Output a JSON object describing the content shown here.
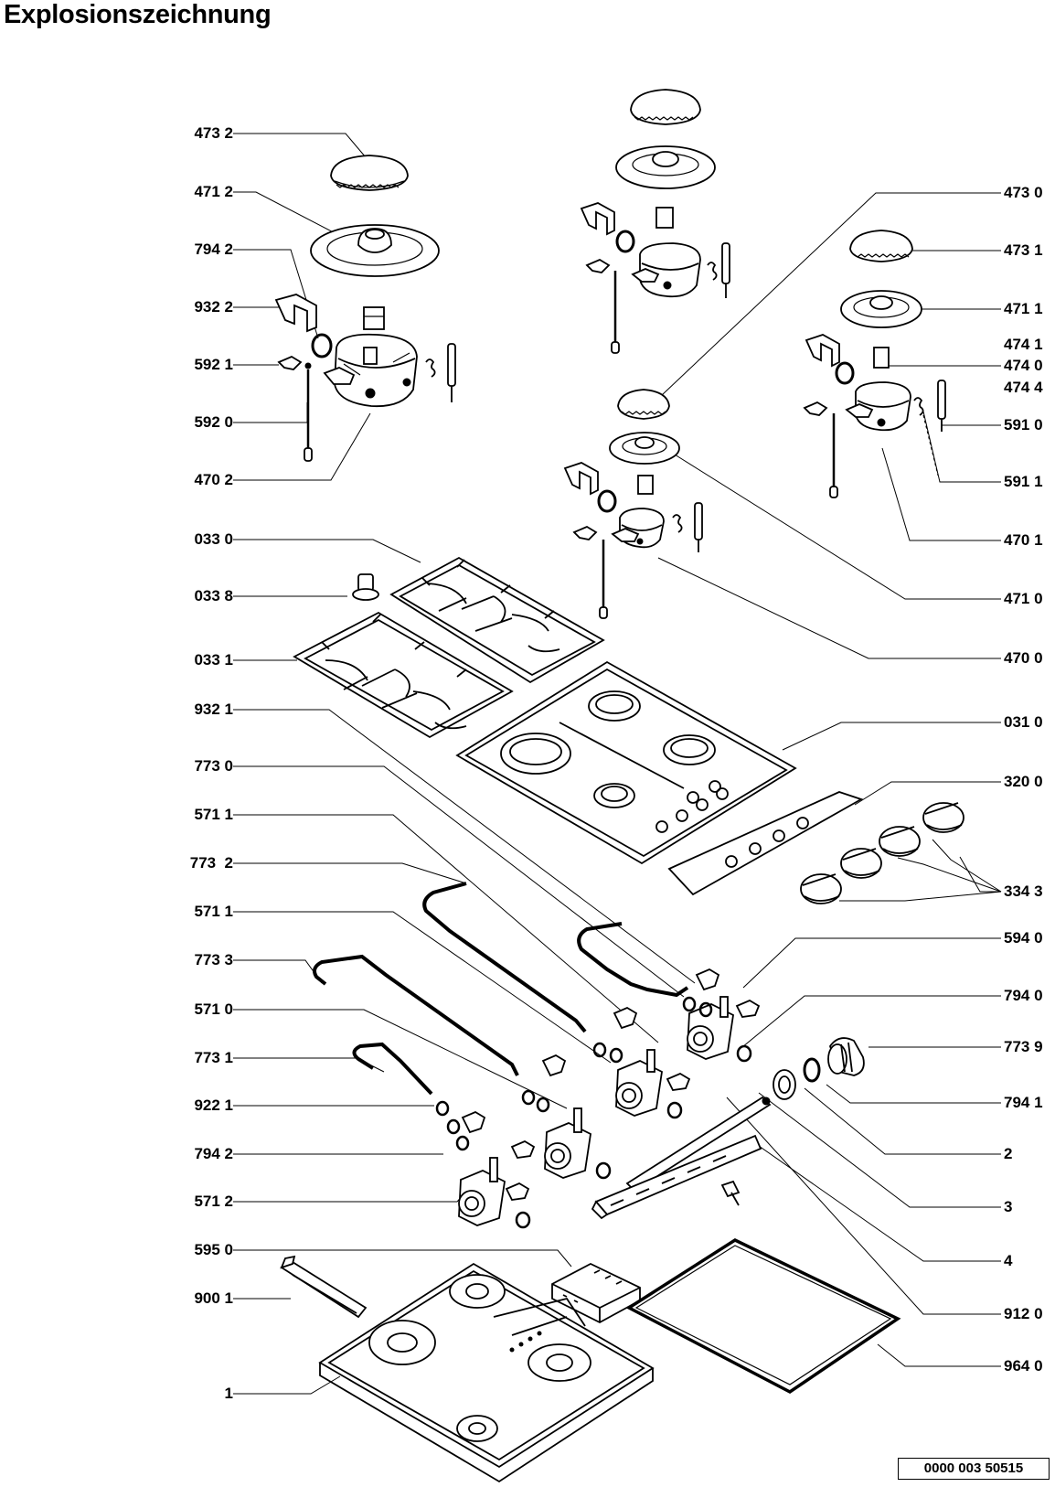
{
  "title": "Explosionszeichnung",
  "doc_number": "0000 003 50515",
  "labels_left": [
    "473 2",
    "471 2",
    "794 2",
    "932 2",
    "592 1",
    "592 0",
    "470 2",
    "033 0",
    "033 8",
    "033 1",
    "932 1",
    "773 0",
    "571 1",
    "773  2",
    "571 1",
    "773 3",
    "571 0",
    "773 1",
    "922 1",
    "794 2",
    "571 2",
    "595 0",
    "900 1",
    "1"
  ],
  "labels_right": [
    "473 0",
    "473 1",
    "471 1",
    "474 1",
    "474 0",
    "474 4",
    "591 0",
    "591 1",
    "470 1",
    "471 0",
    "470 0",
    "031 0",
    "320 0",
    "334 3",
    "594 0",
    "794 0",
    "773 9",
    "794 1",
    "2",
    "3",
    "4",
    "912 0",
    "964 0"
  ]
}
